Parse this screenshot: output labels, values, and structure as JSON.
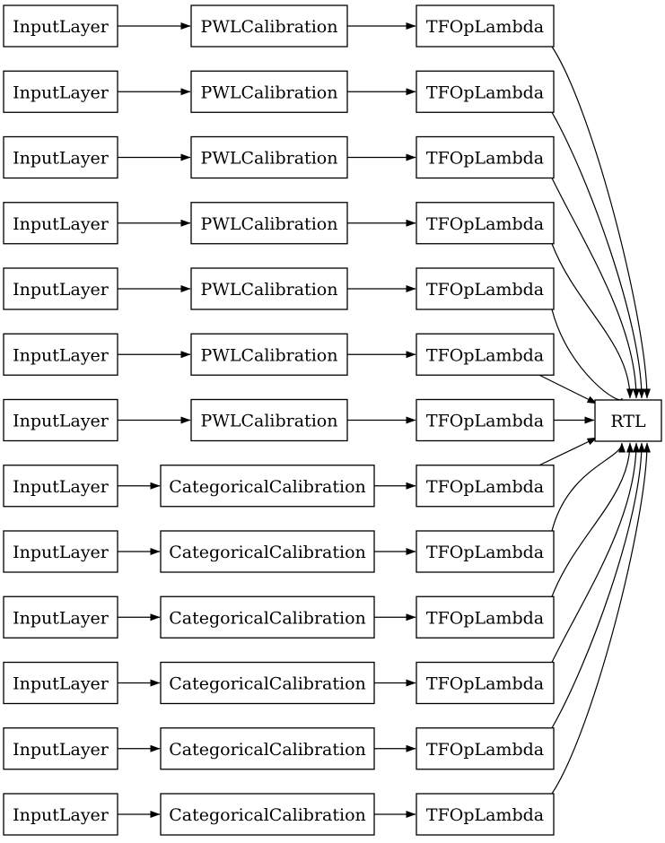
{
  "diagram": {
    "type": "keras-model-graph",
    "background": "#ffffff",
    "node_style": {
      "fill": "#ffffff",
      "border_color": "#000000",
      "text_color": "#000000"
    },
    "edge_style": {
      "color": "#000000",
      "arrowhead": "filled-triangle"
    },
    "output_node": {
      "label": "RTL"
    },
    "rows": [
      {
        "input": "InputLayer",
        "calibration": "PWLCalibration",
        "op": "TFOpLambda"
      },
      {
        "input": "InputLayer",
        "calibration": "PWLCalibration",
        "op": "TFOpLambda"
      },
      {
        "input": "InputLayer",
        "calibration": "PWLCalibration",
        "op": "TFOpLambda"
      },
      {
        "input": "InputLayer",
        "calibration": "PWLCalibration",
        "op": "TFOpLambda"
      },
      {
        "input": "InputLayer",
        "calibration": "PWLCalibration",
        "op": "TFOpLambda"
      },
      {
        "input": "InputLayer",
        "calibration": "PWLCalibration",
        "op": "TFOpLambda"
      },
      {
        "input": "InputLayer",
        "calibration": "PWLCalibration",
        "op": "TFOpLambda"
      },
      {
        "input": "InputLayer",
        "calibration": "CategoricalCalibration",
        "op": "TFOpLambda"
      },
      {
        "input": "InputLayer",
        "calibration": "CategoricalCalibration",
        "op": "TFOpLambda"
      },
      {
        "input": "InputLayer",
        "calibration": "CategoricalCalibration",
        "op": "TFOpLambda"
      },
      {
        "input": "InputLayer",
        "calibration": "CategoricalCalibration",
        "op": "TFOpLambda"
      },
      {
        "input": "InputLayer",
        "calibration": "CategoricalCalibration",
        "op": "TFOpLambda"
      },
      {
        "input": "InputLayer",
        "calibration": "CategoricalCalibration",
        "op": "TFOpLambda"
      }
    ],
    "connections": {
      "per_row_chain": [
        "input",
        "calibration",
        "op"
      ],
      "fan_in": {
        "from_every": "op",
        "to": "RTL"
      }
    }
  }
}
